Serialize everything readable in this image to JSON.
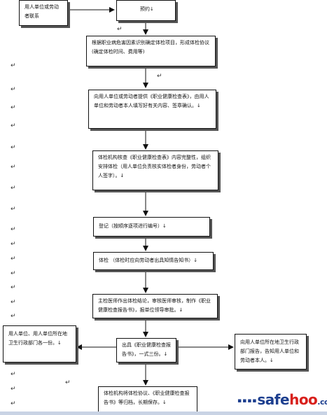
{
  "flow": {
    "employer_contact": "用人单位或劳动者联系",
    "register": "预约↓",
    "agreement": "根据职业病危害因素识别确定体检项目，形成体检协议(确定体检时间、费用等)",
    "health_form": "向用人单位或劳动者提供《职业健康检查表》，由用人单位和劳动者本人填写好有关内容、签章确认。↓",
    "verify": "体检机构核查《职业健康检查表》内容完整性，组织安排体检（用人单位负责核实体检者身份，劳动者个人签字）。↓",
    "registration": "登记（按顺序逐项进行编号）↓",
    "exam": "体检 （体检时应向劳动者出具知情告知书）↓",
    "conclusion": "主检医师作出体检结论，审核医师审核，制作《职业健康检查报告书》，报单位领导审批。↓",
    "issue": "出具《职业健康检查报告书》，一式三份。↓",
    "left_report": "用人单位、用人单位所在地卫生行政部门各一份。↓",
    "right_report": "向用人单位所在地卫生行政部门报告，告知用人单位和劳动者本人。↓",
    "archive": "体检机构将体检协议、《职业健康检查报告书》等归档，长期保存。↓"
  },
  "para_mark": "↵",
  "watermark": {
    "prefix": "▪▪▪▪",
    "safe": "safe",
    "hoo": "hoo",
    "suffix": ".com"
  }
}
